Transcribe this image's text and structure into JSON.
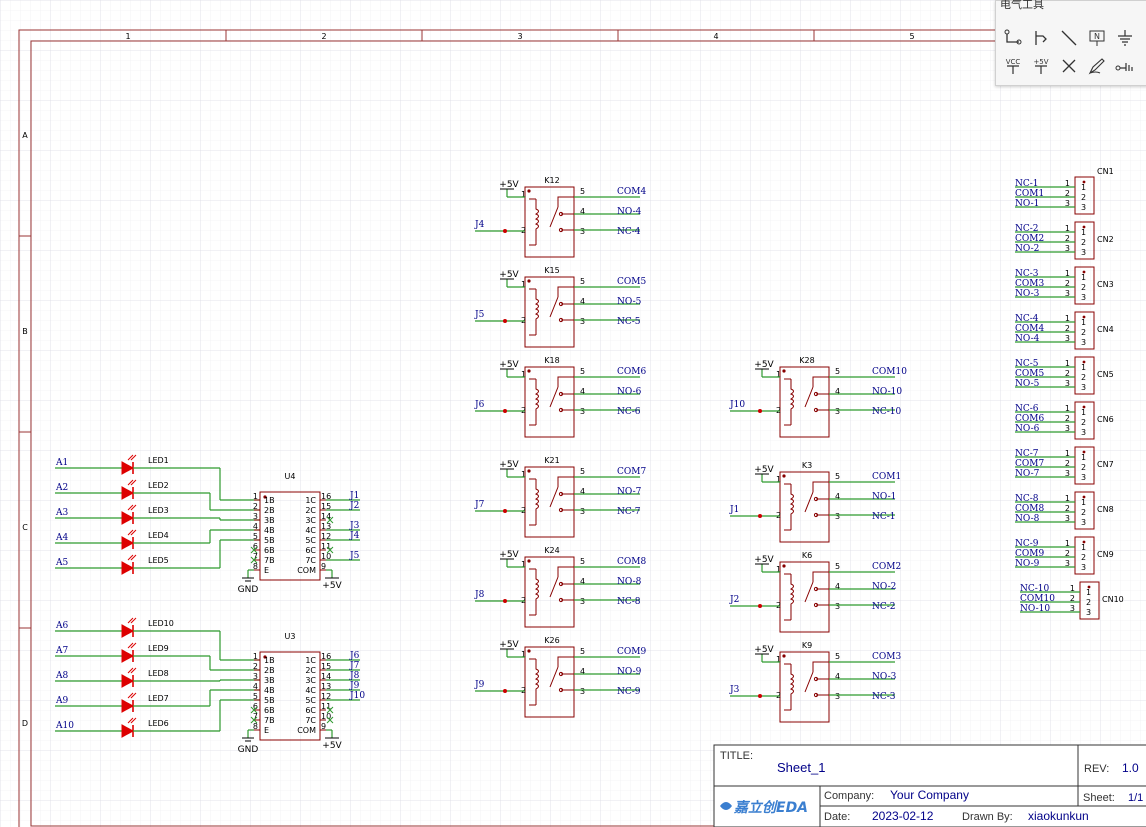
{
  "toolbar": {
    "title": "电气工具",
    "tools_row1": [
      "wire-tool-icon",
      "netlabel-tool-icon",
      "line-tool-icon",
      "netflag-tool-icon",
      "ground-tool-icon"
    ],
    "tools_row2": [
      "vcc-tool-icon",
      "plus5v-tool-icon",
      "noconnect-tool-icon",
      "pen-tool-icon",
      "probe-tool-icon"
    ],
    "vcc_text": "VCC",
    "plus5v_text": "+5V",
    "netflag_text": "N"
  },
  "frame": {
    "col_labels": [
      "1",
      "2",
      "3",
      "4",
      "5"
    ],
    "row_labels": [
      "A",
      "B",
      "C",
      "D"
    ]
  },
  "title_block": {
    "title_label": "TITLE:",
    "title_value": "Sheet_1",
    "rev_label": "REV:",
    "rev_value": "1.0",
    "company_label": "Company:",
    "company_value": "Your Company",
    "sheet_label": "Sheet:",
    "sheet_value": "1/1",
    "date_label": "Date:",
    "date_value": "2023-02-12",
    "drawn_label": "Drawn By:",
    "drawn_value": "xiaokunkun",
    "logo_text": "嘉立创EDA"
  },
  "power": {
    "plus5v": "+5V",
    "gnd": "GND"
  },
  "leds_u4": [
    {
      "net": "A1",
      "ref": "LED1"
    },
    {
      "net": "A2",
      "ref": "LED2"
    },
    {
      "net": "A3",
      "ref": "LED3"
    },
    {
      "net": "A4",
      "ref": "LED4"
    },
    {
      "net": "A5",
      "ref": "LED5"
    }
  ],
  "leds_u3": [
    {
      "net": "A6",
      "ref": "LED10"
    },
    {
      "net": "A7",
      "ref": "LED9"
    },
    {
      "net": "A8",
      "ref": "LED8"
    },
    {
      "net": "A9",
      "ref": "LED7"
    },
    {
      "net": "A10",
      "ref": "LED6"
    }
  ],
  "u4": {
    "ref": "U4",
    "left_pins": [
      "1B",
      "2B",
      "3B",
      "4B",
      "5B",
      "6B",
      "7B",
      "E"
    ],
    "left_nums": [
      "1",
      "2",
      "3",
      "4",
      "5",
      "6",
      "7",
      "8"
    ],
    "right_pins": [
      "1C",
      "2C",
      "3C",
      "4C",
      "5C",
      "6C",
      "7C",
      "COM"
    ],
    "right_nums": [
      "16",
      "15",
      "14",
      "13",
      "12",
      "11",
      "10",
      "9"
    ],
    "outputs": [
      "J1",
      "J2",
      "",
      "J3",
      "J4",
      "",
      "J5",
      ""
    ]
  },
  "u3": {
    "ref": "U3",
    "left_pins": [
      "1B",
      "2B",
      "3B",
      "4B",
      "5B",
      "6B",
      "7B",
      "E"
    ],
    "left_nums": [
      "1",
      "2",
      "3",
      "4",
      "5",
      "6",
      "7",
      "8"
    ],
    "right_pins": [
      "1C",
      "2C",
      "3C",
      "4C",
      "5C",
      "6C",
      "7C",
      "COM"
    ],
    "right_nums": [
      "16",
      "15",
      "14",
      "13",
      "12",
      "11",
      "10",
      "9"
    ],
    "outputs": [
      "J6",
      "J7",
      "J8",
      "J9",
      "J10",
      "",
      "",
      ""
    ]
  },
  "relays": [
    {
      "ref": "K12",
      "ctrl": "J4",
      "com": "COM4",
      "no": "NO-4",
      "nc": "NC-4"
    },
    {
      "ref": "K15",
      "ctrl": "J5",
      "com": "COM5",
      "no": "NO-5",
      "nc": "NC-5"
    },
    {
      "ref": "K18",
      "ctrl": "J6",
      "com": "COM6",
      "no": "NO-6",
      "nc": "NC-6"
    },
    {
      "ref": "K21",
      "ctrl": "J7",
      "com": "COM7",
      "no": "NO-7",
      "nc": "NC-7"
    },
    {
      "ref": "K24",
      "ctrl": "J8",
      "com": "COM8",
      "no": "NO-8",
      "nc": "NC-8"
    },
    {
      "ref": "K26",
      "ctrl": "J9",
      "com": "COM9",
      "no": "NO-9",
      "nc": "NC-9"
    },
    {
      "ref": "K28",
      "ctrl": "J10",
      "com": "COM10",
      "no": "NO-10",
      "nc": "NC-10"
    },
    {
      "ref": "K3",
      "ctrl": "J1",
      "com": "COM1",
      "no": "NO-1",
      "nc": "NC-1"
    },
    {
      "ref": "K6",
      "ctrl": "J2",
      "com": "COM2",
      "no": "NO-2",
      "nc": "NC-2"
    },
    {
      "ref": "K9",
      "ctrl": "J3",
      "com": "COM3",
      "no": "NO-3",
      "nc": "NC-3"
    }
  ],
  "relay_pins": {
    "p1": "1",
    "p2": "2",
    "p3": "3",
    "p4": "4",
    "p5": "5"
  },
  "connectors": [
    {
      "ref": "CN1",
      "nets": [
        "NC-1",
        "COM1",
        "NO-1"
      ]
    },
    {
      "ref": "CN2",
      "nets": [
        "NC-2",
        "COM2",
        "NO-2"
      ]
    },
    {
      "ref": "CN3",
      "nets": [
        "NC-3",
        "COM3",
        "NO-3"
      ]
    },
    {
      "ref": "CN4",
      "nets": [
        "NC-4",
        "COM4",
        "NO-4"
      ]
    },
    {
      "ref": "CN5",
      "nets": [
        "NC-5",
        "COM5",
        "NO-5"
      ]
    },
    {
      "ref": "CN6",
      "nets": [
        "NC-6",
        "COM6",
        "NO-6"
      ]
    },
    {
      "ref": "CN7",
      "nets": [
        "NC-7",
        "COM7",
        "NO-7"
      ]
    },
    {
      "ref": "CN8",
      "nets": [
        "NC-8",
        "COM8",
        "NO-8"
      ]
    },
    {
      "ref": "CN9",
      "nets": [
        "NC-9",
        "COM9",
        "NO-9"
      ]
    },
    {
      "ref": "CN10",
      "nets": [
        "NC-10",
        "COM10",
        "NO-10"
      ]
    }
  ],
  "connector_pins": [
    "1",
    "2",
    "3"
  ],
  "colors": {
    "wire": "#2e9a2e",
    "component": "#880000",
    "netlabel": "#000088",
    "led": "#dd0000",
    "grid": "#e8e8ee",
    "frame": "#993333",
    "junction": "#cc0000"
  }
}
